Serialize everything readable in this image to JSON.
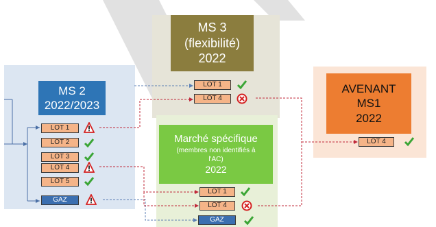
{
  "ms2": {
    "title_line1": "MS 2",
    "title_line2": "2022/2023",
    "lots": [
      {
        "label": "LOT 1",
        "status": "warning"
      },
      {
        "label": "LOT 2",
        "status": "check"
      },
      {
        "label": "LOT 3",
        "status": "check"
      },
      {
        "label": "LOT 4",
        "status": "warning"
      },
      {
        "label": "LOT 5",
        "status": "check"
      },
      {
        "label": "GAZ",
        "status": "warning"
      }
    ]
  },
  "ms3": {
    "title_line1": "MS 3",
    "title_line2": "(flexibilité)",
    "title_line3": "2022",
    "lots": [
      {
        "label": "LOT 1",
        "status": "check"
      },
      {
        "label": "LOT 4",
        "status": "cross"
      }
    ]
  },
  "marche": {
    "title_line1": "Marché spécifique",
    "title_line2": "(membres non identifiés à l'AC)",
    "title_line3": "2022",
    "lots": [
      {
        "label": "LOT 1",
        "status": "check"
      },
      {
        "label": "LOT 4",
        "status": "cross"
      },
      {
        "label": "GAZ",
        "status": "check"
      }
    ]
  },
  "avenant": {
    "title_line1": "AVENANT",
    "title_line2": "MS1",
    "title_line3": "2022",
    "lots": [
      {
        "label": "LOT 4",
        "status": "check"
      }
    ]
  },
  "colors": {
    "ms2_panel": "#dce6f2",
    "ms2_title": "#2e75b6",
    "ms3_panel": "#e6e4d8",
    "ms3_title": "#8b7d3e",
    "marche_panel": "#e8f0d8",
    "marche_title": "#7ac943",
    "avenant_panel": "#fbe5d6",
    "avenant_title": "#ed7d31",
    "lot_orange": "#f5b488",
    "lot_blue": "#3b6fb0",
    "check": "#3aa535",
    "warning_border": "#d42020",
    "cross": "#d42020",
    "red_dash": "#c0283a",
    "blue_dash": "#5b7fb5",
    "watermark": "#bdbdbd"
  }
}
